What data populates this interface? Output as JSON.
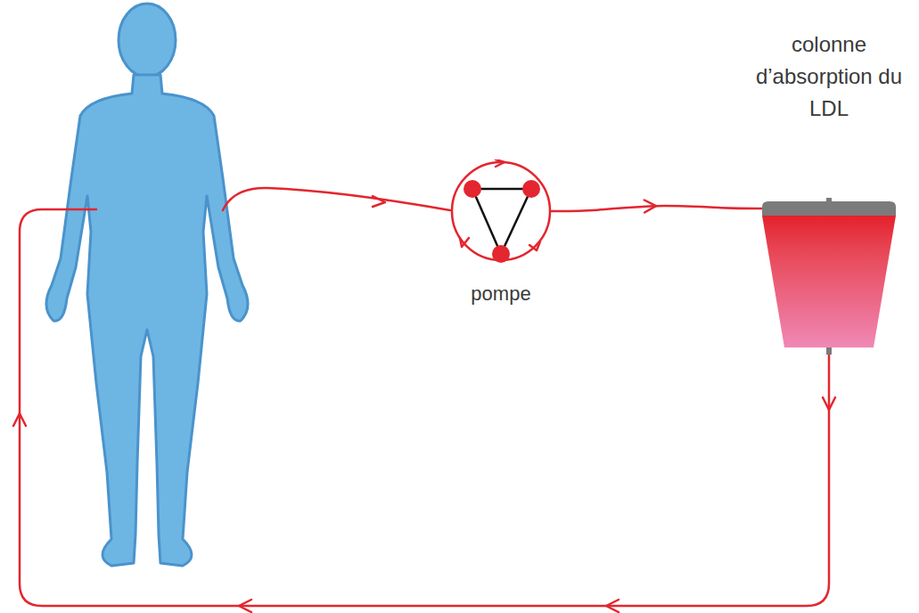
{
  "diagram": {
    "nodes": [
      {
        "text": [
          "pompe"
        ]
      },
      {
        "text": [
          "colonne d’absorption du LDL"
        ]
      }
    ],
    "edges": [
      {
        "from": 0,
        "to": 1,
        "arrow": "to"
      }
    ]
  }
}
